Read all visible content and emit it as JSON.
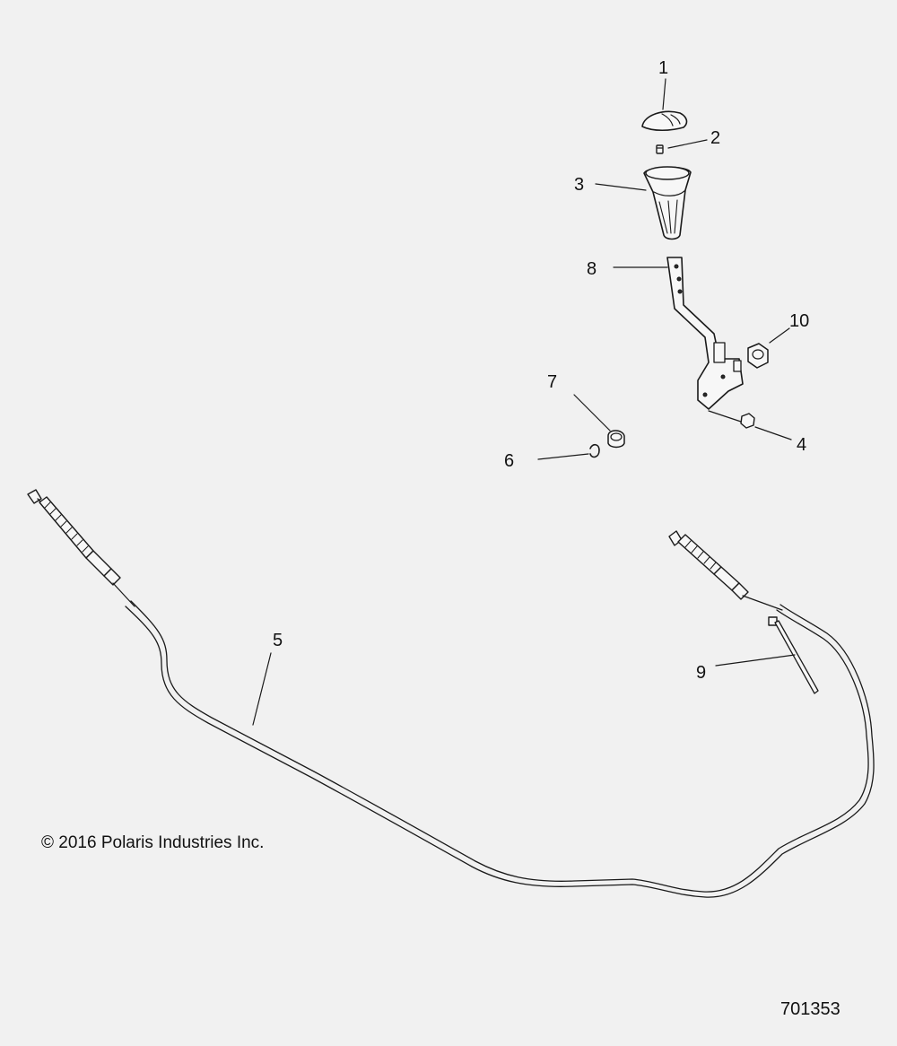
{
  "callouts": [
    {
      "id": "1",
      "label": "1"
    },
    {
      "id": "2",
      "label": "2"
    },
    {
      "id": "3",
      "label": "3"
    },
    {
      "id": "4",
      "label": "4"
    },
    {
      "id": "5",
      "label": "5"
    },
    {
      "id": "6",
      "label": "6"
    },
    {
      "id": "7",
      "label": "7"
    },
    {
      "id": "8",
      "label": "8"
    },
    {
      "id": "9",
      "label": "9"
    },
    {
      "id": "10",
      "label": "10"
    }
  ],
  "copyright": "© 2016 Polaris Industries Inc.",
  "drawing_number": "701353",
  "colors": {
    "background": "#f1f1f1",
    "ink": "#1a1a1a"
  }
}
